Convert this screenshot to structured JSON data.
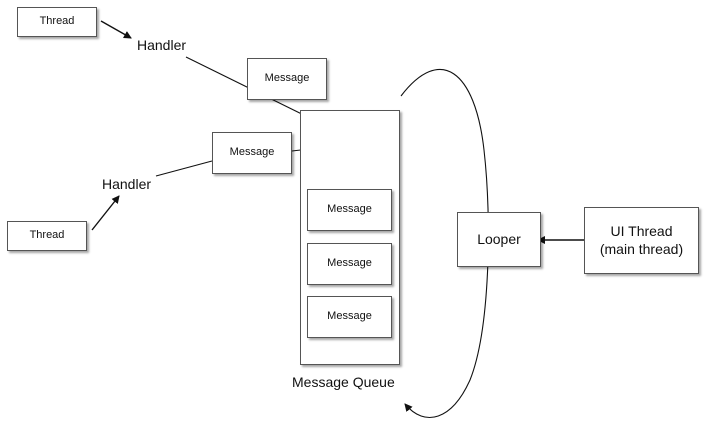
{
  "nodes": {
    "thread_top": "Thread",
    "thread_bottom": "Thread",
    "handler_top": "Handler",
    "handler_bottom": "Handler",
    "message_incoming_top": "Message",
    "message_incoming_mid": "Message",
    "queue_messages": [
      "Message",
      "Message",
      "Message"
    ],
    "queue_label": "Message Queue",
    "looper": "Looper",
    "ui_thread_line1": "UI Thread",
    "ui_thread_line2": "(main thread)"
  }
}
